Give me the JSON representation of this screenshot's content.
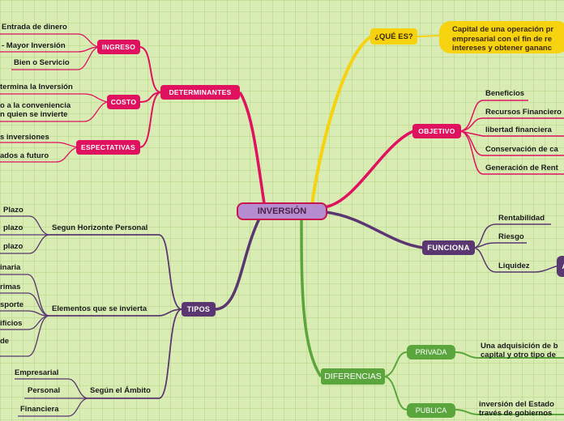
{
  "central": "INVERSIÓN",
  "que_es": {
    "label": "¿QUÉ ES?",
    "definition": "Capital de una operación pr\nempresarial con el fin de re\nintereses y obtener gananc"
  },
  "objetivo": {
    "label": "OBJETIVO",
    "items": [
      "Beneficios",
      "Recursos Financiero",
      "libertad financiera",
      "Conservación de ca",
      "Generación de Rent"
    ]
  },
  "funciona": {
    "label": "FUNCIONA",
    "items": [
      "Rentabilidad",
      "Riesgo",
      "Liquidez"
    ],
    "extra_label": "A"
  },
  "diferencias": {
    "label": "DIFERENCIAS",
    "privada": {
      "label": "PRIVADA",
      "text": "Una adquisición de b\ncapital y otro tipo de"
    },
    "publica": {
      "label": "PUBLICA",
      "text": "inversión del Estado\ntravés de gobiernos"
    }
  },
  "determinantes": {
    "label": "DETERMINANTES",
    "ingreso": {
      "label": "INGRESO",
      "items": [
        "Entrada de dinero",
        "- Mayor Inversión",
        "Bien o Servicio"
      ]
    },
    "costo": {
      "label": "COSTO",
      "items": [
        "termina la Inversión",
        "o a la conveniencia\nn quien se invierte"
      ]
    },
    "espectativas": {
      "label": "ESPECTATIVAS",
      "items": [
        "s inversiones",
        "ados a futuro"
      ]
    }
  },
  "tipos": {
    "label": "TIPOS",
    "horizonte": {
      "label": "Segun Horizonte Personal",
      "items": [
        "Plazo",
        "plazo",
        "plazo"
      ]
    },
    "elementos": {
      "label": "Elementos que se invierta",
      "items": [
        "inaria",
        "rimas",
        "sporte",
        "ificios",
        "de\n"
      ]
    },
    "ambito": {
      "label": "Según el Ámbito",
      "items": [
        "Empresarial",
        "Personal",
        "Financiera"
      ]
    }
  },
  "colors": {
    "pink": "#e0115f",
    "purple": "#5a3770",
    "green": "#5aa63c",
    "yellow": "#f6d20f",
    "central": "#b58ccf"
  }
}
